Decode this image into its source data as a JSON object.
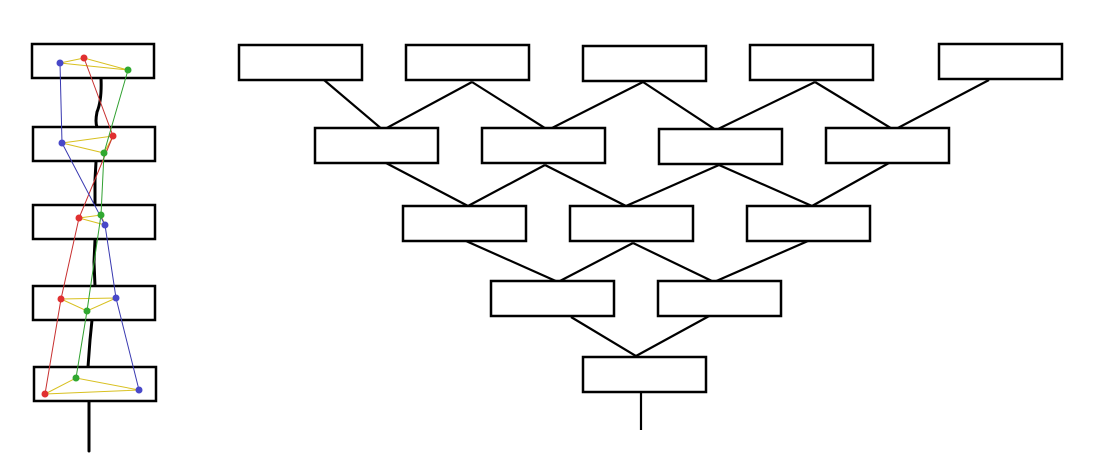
{
  "diagram": {
    "background": "#ffffff",
    "stroke_color": "#000000",
    "dot_colors": {
      "red": "#e03030",
      "blue": "#4848c8",
      "green": "#30a830"
    },
    "line_colors": {
      "red": "#c83030",
      "blue": "#3838b0",
      "green": "#30a030",
      "yellow": "#d8c020"
    },
    "left_stack": {
      "box_count": 5
    },
    "pyramid": {
      "levels": [
        5,
        4,
        3,
        2,
        1
      ]
    }
  }
}
